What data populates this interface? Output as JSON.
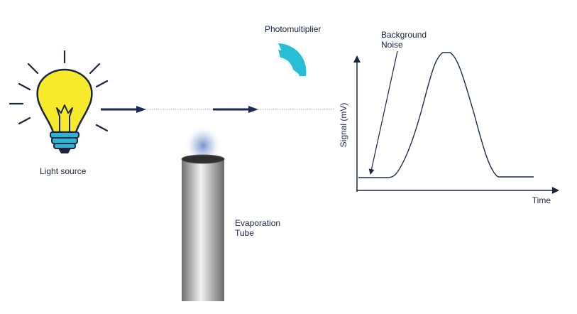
{
  "labels": {
    "light_source": "Light source",
    "photomultiplier": "Photomultiplier",
    "evaporation_line1": "Evaporation",
    "evaporation_line2": "Tube",
    "background_line1": "Background",
    "background_line2": "Noise"
  },
  "chart_data": {
    "type": "line",
    "xlabel": "Time",
    "ylabel": "Signal (mV)",
    "series": [
      {
        "values": []
      }
    ]
  },
  "icons": [
    "light-bulb-icon",
    "photomultiplier-icon"
  ],
  "colors": {
    "bulb_yellow": "#f7ea2a",
    "bulb_base": "#29b6d4",
    "detector": "#29bdd6",
    "arrow": "#1b2a4f",
    "ink": "#1b2440",
    "tube_glow": "#5f7ec0"
  }
}
